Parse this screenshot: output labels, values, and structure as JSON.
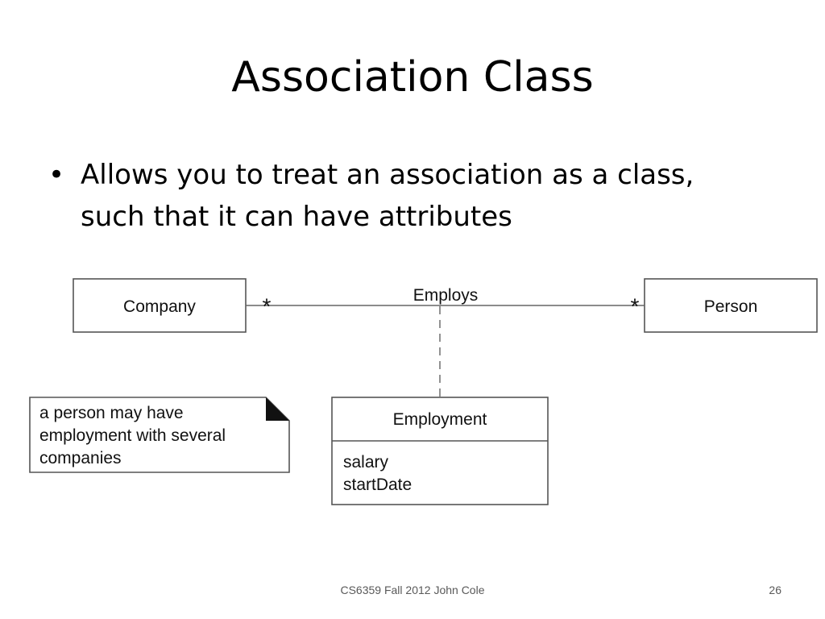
{
  "slide": {
    "title": "Association Class",
    "bullets": [
      {
        "marker": "•",
        "lines": [
          "Allows you to treat an association as a class,",
          "such that it can have attributes"
        ]
      }
    ]
  },
  "diagram": {
    "classes": {
      "company": "Company",
      "person": "Person",
      "employment": {
        "name": "Employment",
        "attributes": [
          "salary",
          "startDate"
        ]
      }
    },
    "association": {
      "name": "Employs",
      "left_multiplicity": "*",
      "right_multiplicity": "*"
    },
    "note": {
      "lines": [
        "a person may have",
        "employment with several",
        "companies"
      ]
    }
  },
  "footer": {
    "text": "CS6359 Fall 2012 John Cole",
    "page": "26"
  }
}
